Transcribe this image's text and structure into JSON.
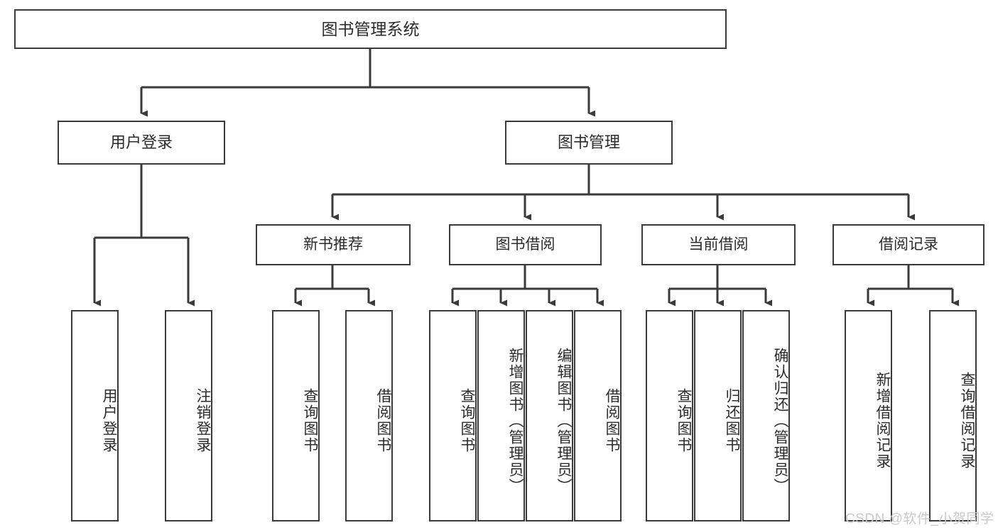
{
  "diagram": {
    "type": "hierarchy-tree",
    "title": "图书管理系统",
    "root": {
      "label": "图书管理系统"
    },
    "level2": [
      {
        "label": "用户登录"
      },
      {
        "label": "图书管理"
      }
    ],
    "level3": [
      {
        "label": "新书推荐"
      },
      {
        "label": "图书借阅"
      },
      {
        "label": "当前借阅"
      },
      {
        "label": "借阅记录"
      }
    ],
    "leaves": {
      "user_login": [
        {
          "label": "用户登录"
        },
        {
          "label": "注销登录"
        }
      ],
      "new_book_recommend": [
        {
          "label": "查询图书"
        },
        {
          "label": "借阅图书"
        }
      ],
      "book_borrow": [
        {
          "label": "查询图书"
        },
        {
          "label": "新增图书（管理员）"
        },
        {
          "label": "编辑图书（管理员）"
        },
        {
          "label": "借阅图书"
        }
      ],
      "current_borrow": [
        {
          "label": "查询图书"
        },
        {
          "label": "归还图书"
        },
        {
          "label": "确认归还（管理员）"
        }
      ],
      "borrow_record": [
        {
          "label": "新增借阅记录"
        },
        {
          "label": "查询借阅记录"
        }
      ]
    }
  },
  "watermark": {
    "text": "CSDN @软件_小贺同学"
  },
  "colors": {
    "box_border": "#3a3a3a",
    "box_fill": "#ffffff",
    "text": "#2b2b2b",
    "line": "#3a3a3a",
    "watermark": "#c9c9c9",
    "background": "#ffffff"
  }
}
